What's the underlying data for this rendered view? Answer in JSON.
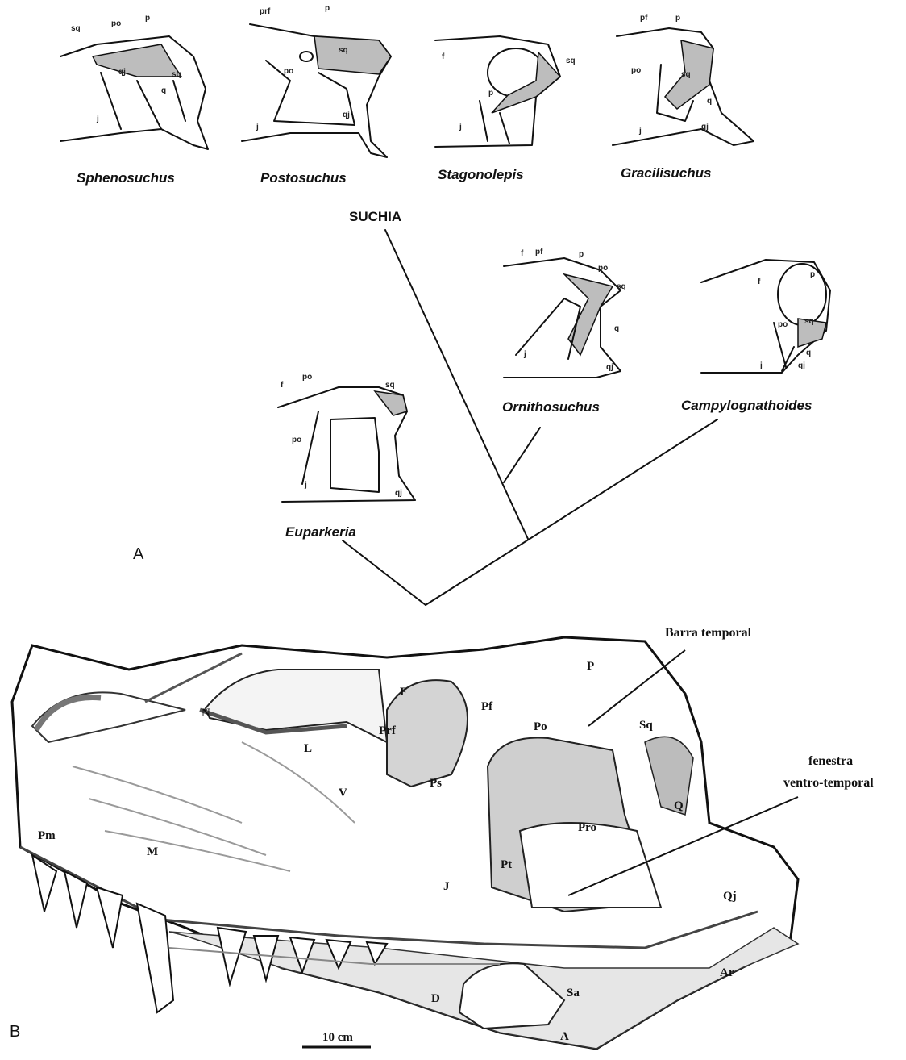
{
  "panel_a": {
    "label": "A",
    "clade_label": "SUCHIA",
    "taxa": [
      {
        "name": "Sphenosuchus",
        "bones": [
          "sq",
          "po",
          "p",
          "qj",
          "sq",
          "q",
          "j"
        ]
      },
      {
        "name": "Postosuchus",
        "bones": [
          "prf",
          "p",
          "sq",
          "po",
          "j",
          "qj"
        ]
      },
      {
        "name": "Stagonolepis",
        "bones": [
          "f",
          "sq",
          "p",
          "j"
        ]
      },
      {
        "name": "Gracilisuchus",
        "bones": [
          "pf",
          "p",
          "po",
          "sq",
          "q",
          "j",
          "qj"
        ]
      },
      {
        "name": "Ornithosuchus",
        "bones": [
          "f",
          "pf",
          "p",
          "po",
          "sq",
          "q",
          "j",
          "qj"
        ]
      },
      {
        "name": "Campylognathoides",
        "bones": [
          "f",
          "p",
          "po",
          "sq",
          "q",
          "j",
          "qj"
        ]
      },
      {
        "name": "Euparkeria",
        "bones": [
          "f",
          "po",
          "sq",
          "po",
          "j",
          "qj"
        ]
      }
    ]
  },
  "panel_b": {
    "label": "B",
    "bones": [
      "P",
      "F",
      "Pf",
      "N",
      "Po",
      "Sq",
      "Prf",
      "L",
      "Ps",
      "V",
      "Pm",
      "M",
      "Pro",
      "Q",
      "Pt",
      "J",
      "Qj",
      "D",
      "Sa",
      "Ar",
      "A"
    ],
    "callouts": {
      "temporal_bar": "Barra temporal",
      "fenestra_line1": "fenestra",
      "fenestra_line2": "ventro-temporal"
    },
    "scale": "10 cm"
  }
}
